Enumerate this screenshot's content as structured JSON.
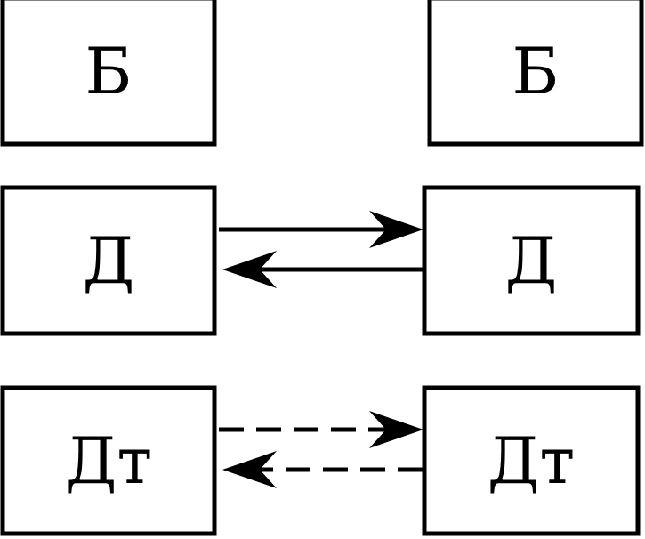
{
  "boxes": {
    "row1_left": "Б",
    "row1_right": "Б",
    "row2_left": "Д",
    "row2_right": "Д",
    "row3_left": "Дт",
    "row3_right": "Дт"
  },
  "arrows": [
    {
      "from": "row2_left",
      "to": "row2_right",
      "style": "solid"
    },
    {
      "from": "row2_right",
      "to": "row2_left",
      "style": "solid"
    },
    {
      "from": "row3_left",
      "to": "row3_right",
      "style": "dashed"
    },
    {
      "from": "row3_right",
      "to": "row3_left",
      "style": "dashed"
    }
  ],
  "colors": {
    "stroke": "#000000",
    "background": "#ffffff"
  }
}
